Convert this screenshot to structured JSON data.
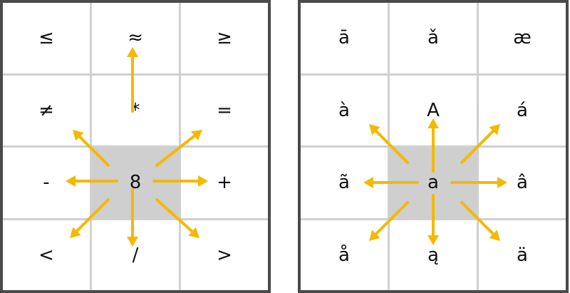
{
  "left_panel": {
    "keys": [
      "≤",
      "≈",
      "≥",
      "≠",
      "*",
      "=",
      "-",
      "8",
      "+",
      "<",
      "/",
      ">"
    ]
  },
  "right_panel": {
    "keys": [
      "ā",
      "ǎ",
      "æ",
      "à",
      "A",
      "á",
      "ã",
      "a",
      "â",
      "å",
      "ą",
      "ä"
    ]
  },
  "colors": {
    "arrow": "#F5B800",
    "panel_border": "#4A4A4A",
    "grid_line": "#D0D0D0",
    "center_key": "#CFCFCF"
  },
  "icons": [
    "swipe-up-arrow-icon",
    "swipe-down-arrow-icon",
    "swipe-left-arrow-icon",
    "swipe-right-arrow-icon",
    "swipe-diagonal-arrow-icon"
  ]
}
